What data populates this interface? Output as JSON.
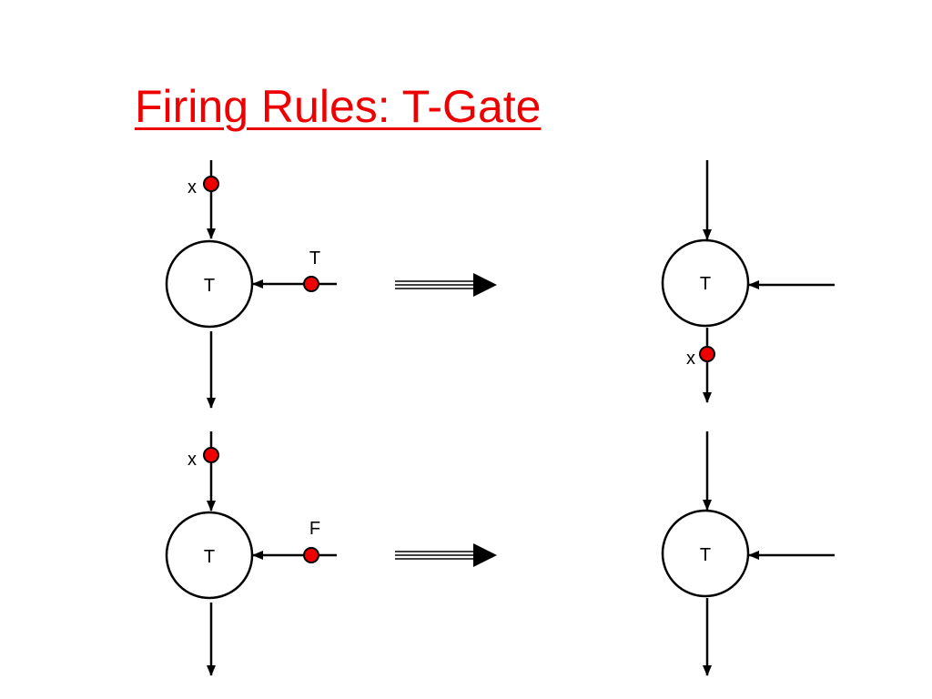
{
  "title": "Firing Rules: T-Gate",
  "colors": {
    "title": "#ee0000",
    "token": "#ee0000",
    "line": "#000000"
  },
  "rules": [
    {
      "before": {
        "gate_label": "T",
        "data_token_label": "x",
        "control_token_label": "T"
      },
      "after": {
        "gate_label": "T",
        "output_token_label": "x"
      }
    },
    {
      "before": {
        "gate_label": "T",
        "data_token_label": "x",
        "control_token_label": "F"
      },
      "after": {
        "gate_label": "T"
      }
    }
  ]
}
